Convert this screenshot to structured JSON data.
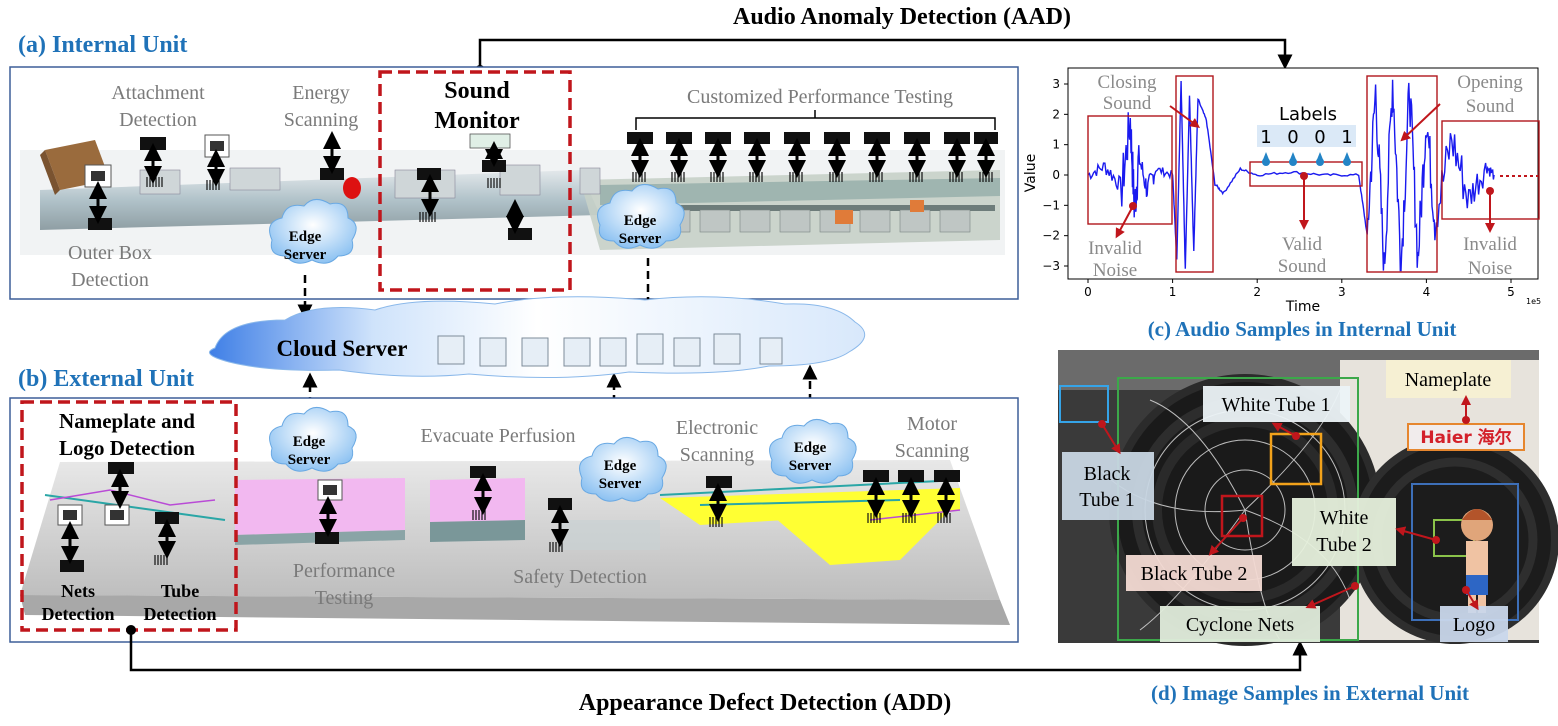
{
  "top_title": "Audio Anomaly Detection (AAD)",
  "bottom_title": "Appearance Defect Detection (ADD)",
  "internal": {
    "title": "(a) Internal Unit",
    "labels": {
      "attachment": [
        "Attachment",
        "Detection"
      ],
      "energy": [
        "Energy",
        "Scanning"
      ],
      "sound": [
        "Sound",
        "Monitor"
      ],
      "custom": "Customized Performance Testing",
      "outer": [
        "Outer Box",
        "Detection"
      ]
    },
    "edge_server": [
      "Edge",
      "Server"
    ]
  },
  "cloud": {
    "label": "Cloud Server"
  },
  "external": {
    "title": "(b) External Unit",
    "labels": {
      "nameplate": [
        "Nameplate and",
        "Logo Detection"
      ],
      "evacuate": "Evacuate Perfusion",
      "electronic": [
        "Electronic",
        "Scanning"
      ],
      "motor": [
        "Motor",
        "Scanning"
      ],
      "performance": [
        "Performance",
        "Testing"
      ],
      "safety": "Safety Detection",
      "nets": [
        "Nets",
        "Detection"
      ],
      "tube": [
        "Tube",
        "Detection"
      ]
    }
  },
  "audio_panel": {
    "caption": "(c) Audio Samples in Internal Unit",
    "labels_title": "Labels",
    "label_values": [
      "1",
      "0",
      "0",
      "1"
    ],
    "annotations": {
      "closing": [
        "Closing",
        "Sound"
      ],
      "opening": [
        "Opening",
        "Sound"
      ],
      "invalid_left": [
        "Invalid",
        "Noise"
      ],
      "valid": [
        "Valid",
        "Sound"
      ],
      "invalid_right": [
        "Invalid",
        "Noise"
      ]
    },
    "xticks": [
      "0",
      "1",
      "2",
      "3",
      "4",
      "5"
    ],
    "yticks": [
      "3",
      "2",
      "1",
      "0",
      "−1",
      "−2",
      "−3"
    ],
    "xlabel": "Time",
    "ylabel": "Value",
    "x_exponent": "1e5"
  },
  "chart_data": {
    "type": "line",
    "title": "",
    "xlabel": "Time",
    "ylabel": "Value",
    "x_scale": "1e5",
    "xlim": [
      0,
      5.2
    ],
    "ylim": [
      -3.3,
      3.3
    ],
    "xticks": [
      0,
      1,
      2,
      3,
      4,
      5
    ],
    "yticks": [
      -3,
      -2,
      -1,
      0,
      1,
      2,
      3
    ],
    "grid": false,
    "series": [
      {
        "x": [
          0,
          0.2,
          0.4,
          0.5,
          0.55,
          0.6,
          0.7,
          0.8,
          1.0,
          1.05,
          1.1,
          1.15,
          1.2,
          1.25,
          1.3,
          1.4,
          1.5,
          1.6,
          1.8,
          2.0,
          2.4,
          2.8,
          3.2,
          3.3,
          3.4,
          3.5,
          3.6,
          3.7,
          3.8,
          3.9,
          4.0,
          4.1,
          4.3,
          4.5,
          4.7,
          4.8
        ],
        "y": [
          0,
          0.3,
          -0.4,
          1.8,
          -1.2,
          0.6,
          -0.5,
          0.2,
          0,
          -2.8,
          3.1,
          -3.1,
          2.6,
          -2.5,
          2.5,
          1.8,
          -0.3,
          -0.6,
          0.2,
          0,
          0.1,
          0,
          0,
          -2.0,
          2.8,
          -3.2,
          3.2,
          -3.0,
          2.9,
          -2.8,
          2.0,
          -1.5,
          1.2,
          -0.8,
          0.3,
          0
        ]
      }
    ]
  },
  "image_panel": {
    "caption": "(d) Image Samples in External Unit",
    "labels": {
      "nameplate": "Nameplate",
      "white_tube_1": "White Tube 1",
      "black_tube_1": [
        "Black",
        "Tube 1"
      ],
      "white_tube_2": [
        "White",
        "Tube 2"
      ],
      "black_tube_2": "Black Tube 2",
      "cyclone_nets": "Cyclone Nets",
      "logo": "Logo"
    },
    "brand_text": "Haier 海尔"
  },
  "colors": {
    "title_blue": "#1f72b8",
    "dashed_red": "#c0161c",
    "plot_blue": "#1a1aef",
    "panel_border": "#3d5f99"
  }
}
